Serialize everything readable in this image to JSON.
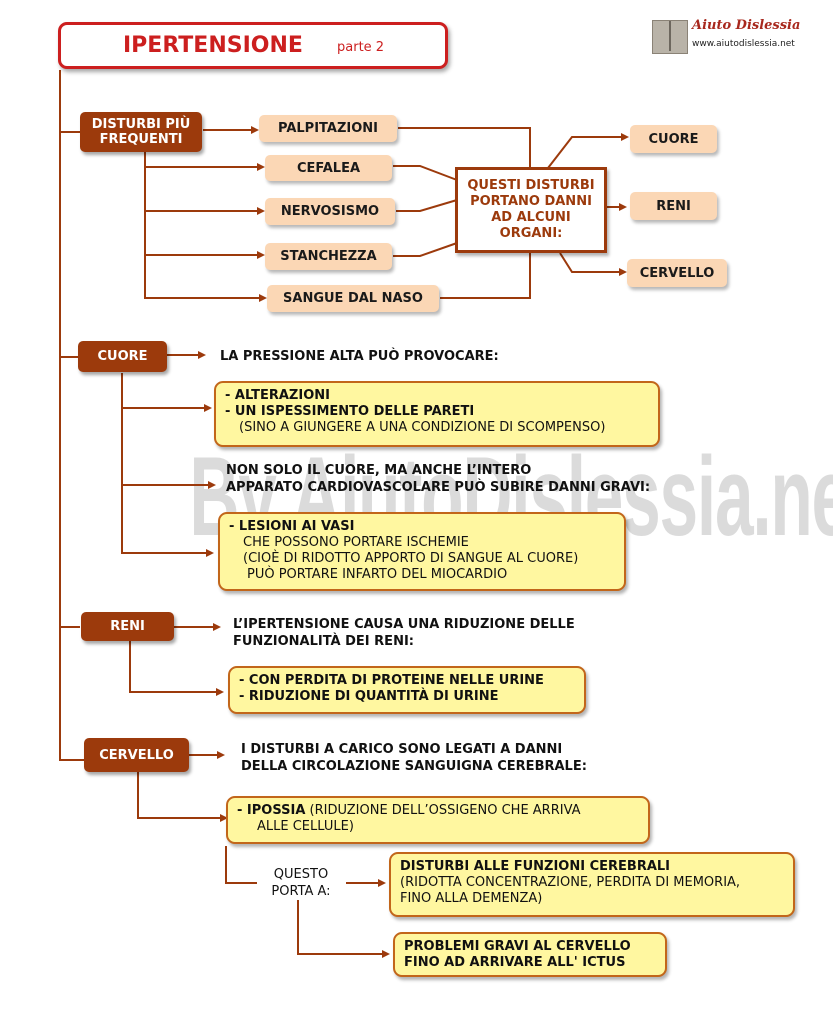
{
  "watermark": "By AiutoDislessia.net",
  "title": {
    "main": "IPERTENSIONE",
    "sub": "parte 2"
  },
  "logo": {
    "name": "Aiuto Dislessia",
    "url": "www.aiutodislessia.net"
  },
  "disturbi": {
    "label_line1": "DISTURBI PIÙ",
    "label_line2": "FREQUENTI",
    "items": [
      "PALPITAZIONI",
      "CEFALEA",
      "NERVOSISMO",
      "STANCHEZZA",
      "SANGUE DAL NASO"
    ],
    "center_lines": [
      "QUESTI DISTURBI",
      "PORTANO DANNI",
      "AD ALCUNI",
      "ORGANI:"
    ],
    "organs": [
      "CUORE",
      "RENI",
      "CERVELLO"
    ]
  },
  "cuore": {
    "label": "CUORE",
    "statement": "LA  PRESSIONE  ALTA  PUÒ  PROVOCARE:",
    "box1": [
      "- ALTERAZIONI",
      "- UN ISPESSIMENTO DELLE PARETI",
      "(SINO A GIUNGERE A UNA CONDIZIONE DI SCOMPENSO)"
    ],
    "statement2": [
      "NON SOLO IL CUORE, MA ANCHE L’INTERO",
      "APPARATO CARDIOVASCOLARE PUÒ SUBIRE DANNI GRAVI:"
    ],
    "box2": [
      "- LESIONI AI VASI",
      "CHE POSSONO PORTARE  ISCHEMIE",
      "(CIOÈ DI RIDOTTO APPORTO DI SANGUE AL CUORE)",
      "PUÒ PORTARE INFARTO DEL MIOCARDIO"
    ]
  },
  "reni": {
    "label": "RENI",
    "statement": [
      "L’IPERTENSIONE  CAUSA UNA RIDUZIONE DELLE",
      "FUNZIONALITÀ DEI RENI:"
    ],
    "box": [
      "- CON PERDITA DI PROTEINE NELLE URINE",
      "- RIDUZIONE DI QUANTITÀ DI URINE"
    ]
  },
  "cervello": {
    "label": "CERVELLO",
    "statement": [
      "I DISTURBI A CARICO SONO LEGATI A DANNI",
      "DELLA CIRCOLAZIONE SANGUIGNA  CEREBRALE:"
    ],
    "box_bold": "- IPOSSIA",
    "box_rest1": " (RIDUZIONE  DELL’OSSIGENO  CHE  ARRIVA",
    "box_rest2": "ALLE  CELLULE)",
    "questo": [
      "QUESTO",
      "PORTA A:"
    ],
    "result1": [
      "DISTURBI ALLE FUNZIONI CEREBRALI",
      "(RIDOTTA CONCENTRAZIONE, PERDITA DI MEMORIA,",
      "FINO ALLA DEMENZA)"
    ],
    "result2": [
      "PROBLEMI GRAVI AL CERVELLO",
      "FINO AD ARRIVARE ALL' ICTUS"
    ]
  },
  "colors": {
    "brown": "#9c3a0c",
    "peach": "#fbd7b5",
    "yellow": "#fff7a0",
    "red": "#cc1f1f"
  }
}
